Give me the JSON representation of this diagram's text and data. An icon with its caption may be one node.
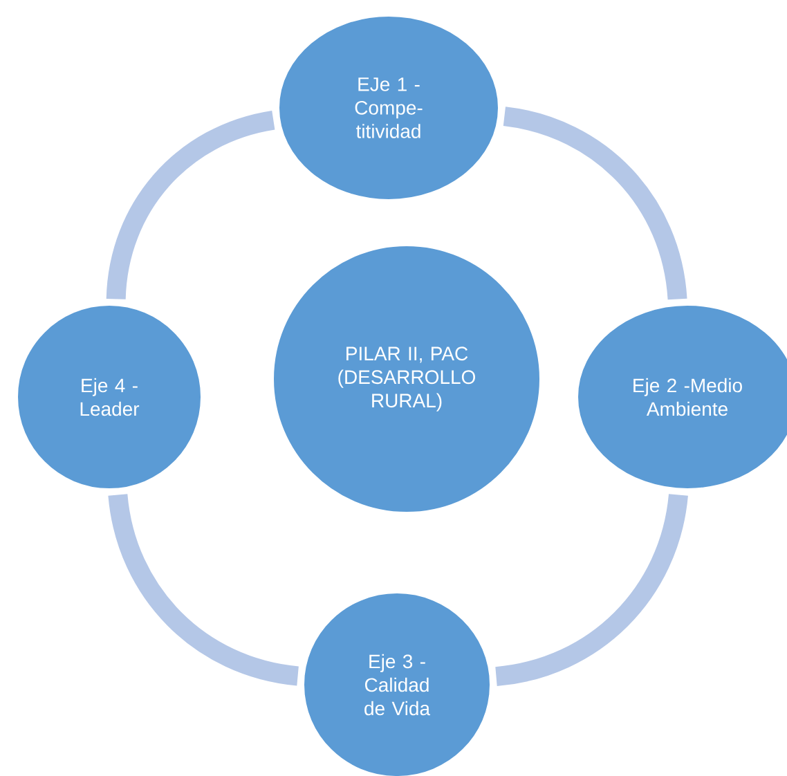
{
  "diagram": {
    "nodes": [
      {
        "text": [
          "EJe 1 - Compe- titividad"
        ]
      },
      {
        "text": [
          "Eje 4 - Leader"
        ]
      },
      {
        "text": [
          "PILAR II, PAC (DESARROLLO RURAL)"
        ]
      },
      {
        "text": [
          "Eje 2 -Medio Ambiente"
        ]
      },
      {
        "text": [
          "Eje 3 - Calidad de Vida"
        ]
      }
    ],
    "edges": [
      {
        "from": 0,
        "to": 3,
        "arrow": "none"
      },
      {
        "from": 3,
        "to": 4,
        "arrow": "none"
      },
      {
        "from": 4,
        "to": 1,
        "arrow": "none"
      },
      {
        "from": 1,
        "to": 0,
        "arrow": "none"
      }
    ]
  }
}
